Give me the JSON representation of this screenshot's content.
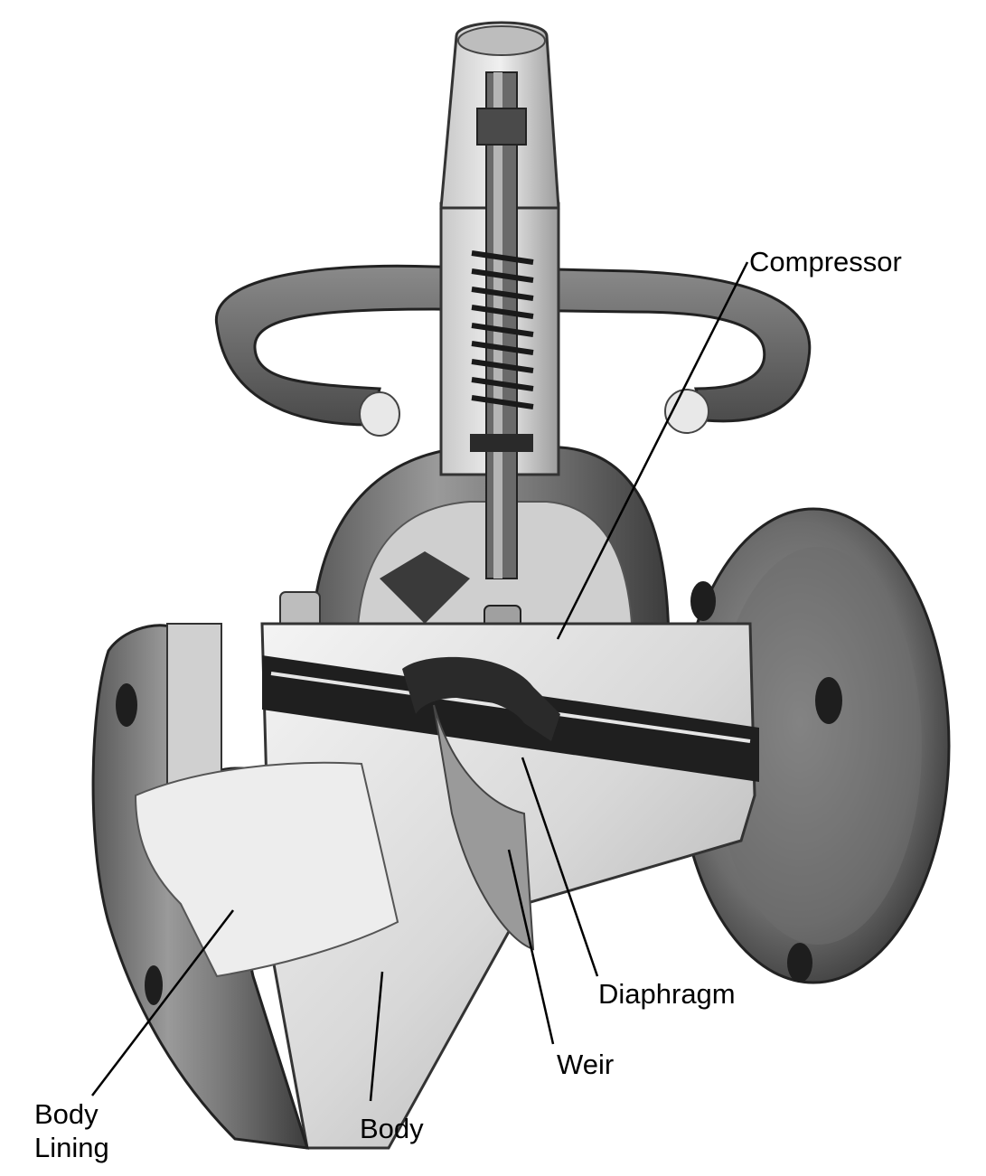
{
  "labels": {
    "compressor": "Compressor",
    "diaphragm": "Diaphragm",
    "weir": "Weir",
    "body": "Body",
    "body_lining_1": "Body",
    "body_lining_2": "Lining"
  }
}
